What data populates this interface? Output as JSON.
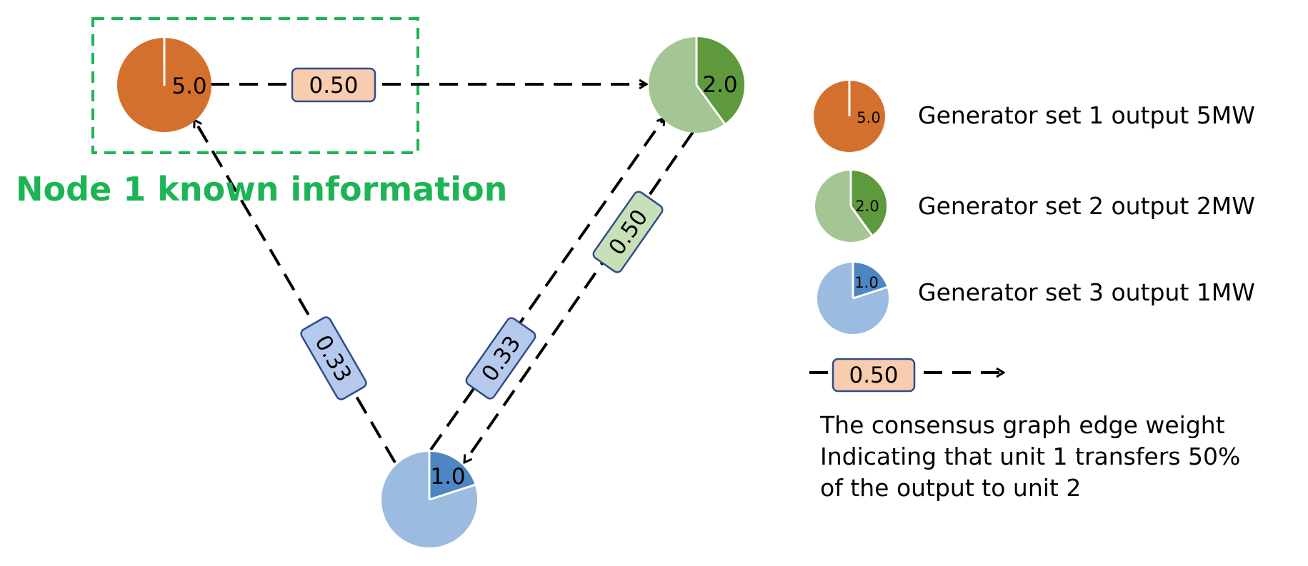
{
  "colors": {
    "orange": "#D4702D",
    "green_light": "#A4C594",
    "green_dark": "#5F993E",
    "blue_light": "#9BBBE0",
    "blue_dark": "#4D86C2",
    "label_orange_fill": "#F8CCAE",
    "label_green_fill": "#C8E0B8",
    "label_blue_fill": "#B5C9EC",
    "label_border": "#2F4D8A",
    "region_border": "#1DB455",
    "region_text": "#1DB455"
  },
  "region": {
    "title": "Node 1 known information"
  },
  "nodes": [
    {
      "id": "node-1",
      "value": "5.0",
      "share": 1.0
    },
    {
      "id": "node-2",
      "value": "2.0",
      "share": 0.4
    },
    {
      "id": "node-3",
      "value": "1.0",
      "share": 0.2
    }
  ],
  "edges": [
    {
      "from": "node-1",
      "to": "node-2",
      "weight": "0.50"
    },
    {
      "from": "node-2",
      "to": "node-3",
      "weight": "0.50"
    },
    {
      "from": "node-3",
      "to": "node-1",
      "weight": "0.33"
    },
    {
      "from": "node-3",
      "to": "node-2",
      "weight": "0.33"
    }
  ],
  "legend": {
    "items": [
      {
        "value": "5.0",
        "label": "Generator set 1 output 5MW"
      },
      {
        "value": "2.0",
        "label": "Generator set 2 output 2MW"
      },
      {
        "value": "1.0",
        "label": "Generator set 3 output 1MW"
      }
    ],
    "edge_weight": "0.50",
    "caption_lines": [
      "The consensus graph edge weight",
      "Indicating that unit 1 transfers 50%",
      "of the output to unit 2"
    ]
  }
}
